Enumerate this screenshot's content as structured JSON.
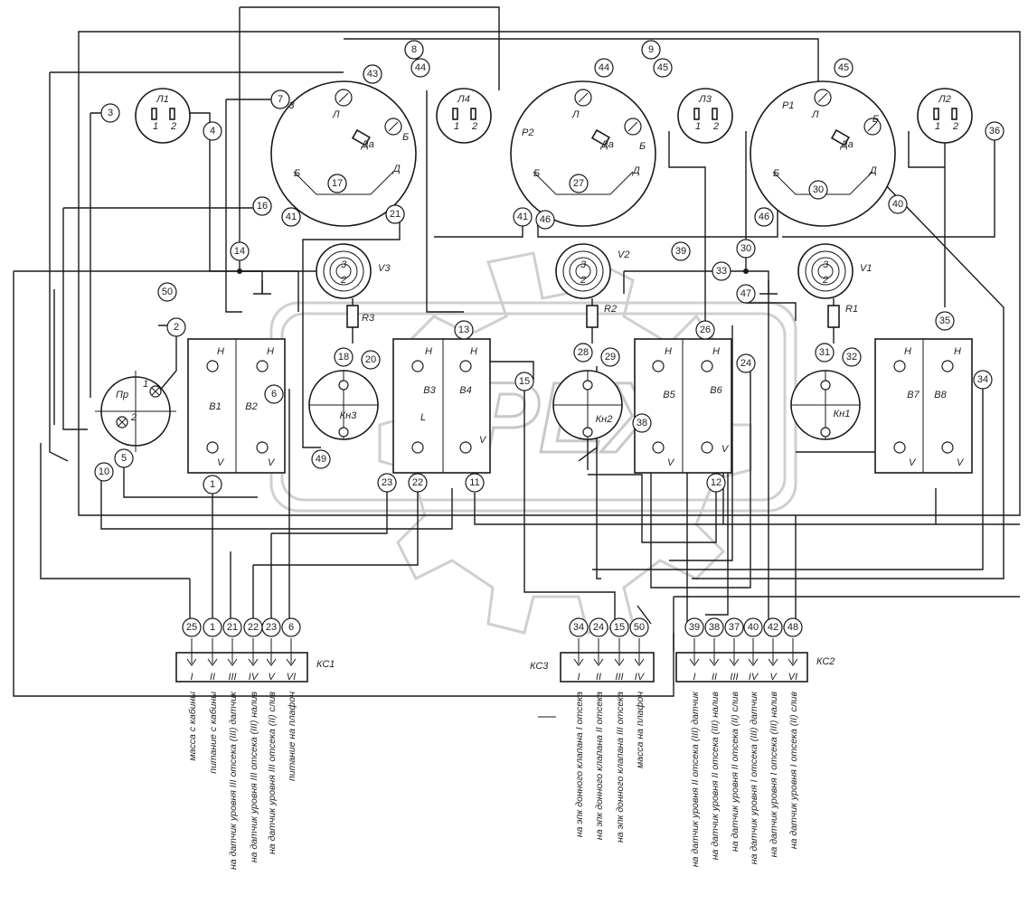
{
  "watermark": {
    "text": "OPEX"
  },
  "gauges": [
    {
      "name": "Р3",
      "terminals": [
        "Л",
        "Б",
        "Да",
        "Б",
        "Д"
      ],
      "wires_top": [
        "7",
        "43",
        "44"
      ],
      "wires_bottom": [
        "16",
        "41",
        "17",
        "21"
      ]
    },
    {
      "name": "Р2",
      "terminals": [
        "Л",
        "Б",
        "Да",
        "Б",
        "Д"
      ],
      "wires_top": [
        "8",
        "44",
        "45"
      ],
      "wires_bottom": [
        "41",
        "46",
        "27",
        "39"
      ]
    },
    {
      "name": "Р1",
      "terminals": [
        "Л",
        "Б",
        "Да",
        "Б",
        "Д"
      ],
      "wires_top": [
        "9",
        "45"
      ],
      "wires_bottom": [
        "46",
        "30",
        "40"
      ]
    }
  ],
  "lamps": [
    {
      "name": "Л1",
      "pins": [
        "1",
        "2"
      ]
    },
    {
      "name": "Л4",
      "pins": [
        "1",
        "2"
      ]
    },
    {
      "name": "Л3",
      "pins": [
        "1",
        "2"
      ]
    },
    {
      "name": "Л2",
      "pins": [
        "1",
        "2"
      ]
    }
  ],
  "valves": [
    "V3",
    "V2",
    "V1"
  ],
  "resistors": [
    "R3",
    "R2",
    "R1"
  ],
  "buttons": [
    "Кн3",
    "Кн2",
    "Кн1"
  ],
  "switch": {
    "name": "Пр",
    "pins": [
      "1",
      "2"
    ]
  },
  "switch_blocks": [
    {
      "name": "В1",
      "top": "Н",
      "bottom": "V"
    },
    {
      "name": "В2",
      "top": "Н",
      "bottom": "V"
    },
    {
      "name": "В3",
      "top": "Н",
      "bottom": "L"
    },
    {
      "name": "В4",
      "top": "Н",
      "bottom": "V"
    },
    {
      "name": "В5",
      "top": "Н",
      "bottom": "V"
    },
    {
      "name": "В6",
      "top": "Н",
      "bottom": "V"
    },
    {
      "name": "В7",
      "top": "Н",
      "bottom": "V"
    },
    {
      "name": "В8",
      "top": "Н",
      "bottom": "V"
    }
  ],
  "connectors": [
    {
      "name": "КС1",
      "wires": [
        "25",
        "1",
        "21",
        "22",
        "23",
        "6"
      ],
      "pins": [
        "I",
        "II",
        "III",
        "IV",
        "V",
        "VI"
      ],
      "descriptions": [
        "масса с кабины",
        "питание с кабины",
        "на датчик уровня III отсека (III) датчик",
        "на датчик уровня III отсека (III) налив",
        "на датчик уровня III отсека (II) слив",
        "питание на плафон"
      ]
    },
    {
      "name": "КС3",
      "wires": [
        "34",
        "24",
        "15",
        "50"
      ],
      "pins": [
        "I",
        "II",
        "III",
        "IV"
      ],
      "descriptions": [
        "на эпк донного клапана I отсека",
        "на эпк донного клапана II отсека",
        "на эпк донного клапана III отсека",
        "масса на плафон"
      ]
    },
    {
      "name": "КС2",
      "wires": [
        "39",
        "38",
        "37",
        "40",
        "42",
        "48"
      ],
      "pins": [
        "I",
        "II",
        "III",
        "IV",
        "V",
        "VI"
      ],
      "descriptions": [
        "на датчик уровня II отсека (III) датчик",
        "на датчик уровня II отсека (III) налив",
        "на датчик уровня II отсека (II) слив",
        "на датчик уровня I отсека (III) датчик",
        "на датчик уровня I отсека (III) налив",
        "на датчик уровня I отсека (II) слив"
      ]
    }
  ],
  "wire_numbers": [
    "1",
    "2",
    "3",
    "4",
    "5",
    "6",
    "7",
    "8",
    "9",
    "10",
    "11",
    "12",
    "13",
    "14",
    "15",
    "16",
    "17",
    "18",
    "20",
    "21",
    "22",
    "23",
    "24",
    "26",
    "28",
    "29",
    "30",
    "31",
    "32",
    "33",
    "34",
    "35",
    "36",
    "38",
    "41",
    "42",
    "43",
    "46",
    "47",
    "49",
    "50"
  ]
}
